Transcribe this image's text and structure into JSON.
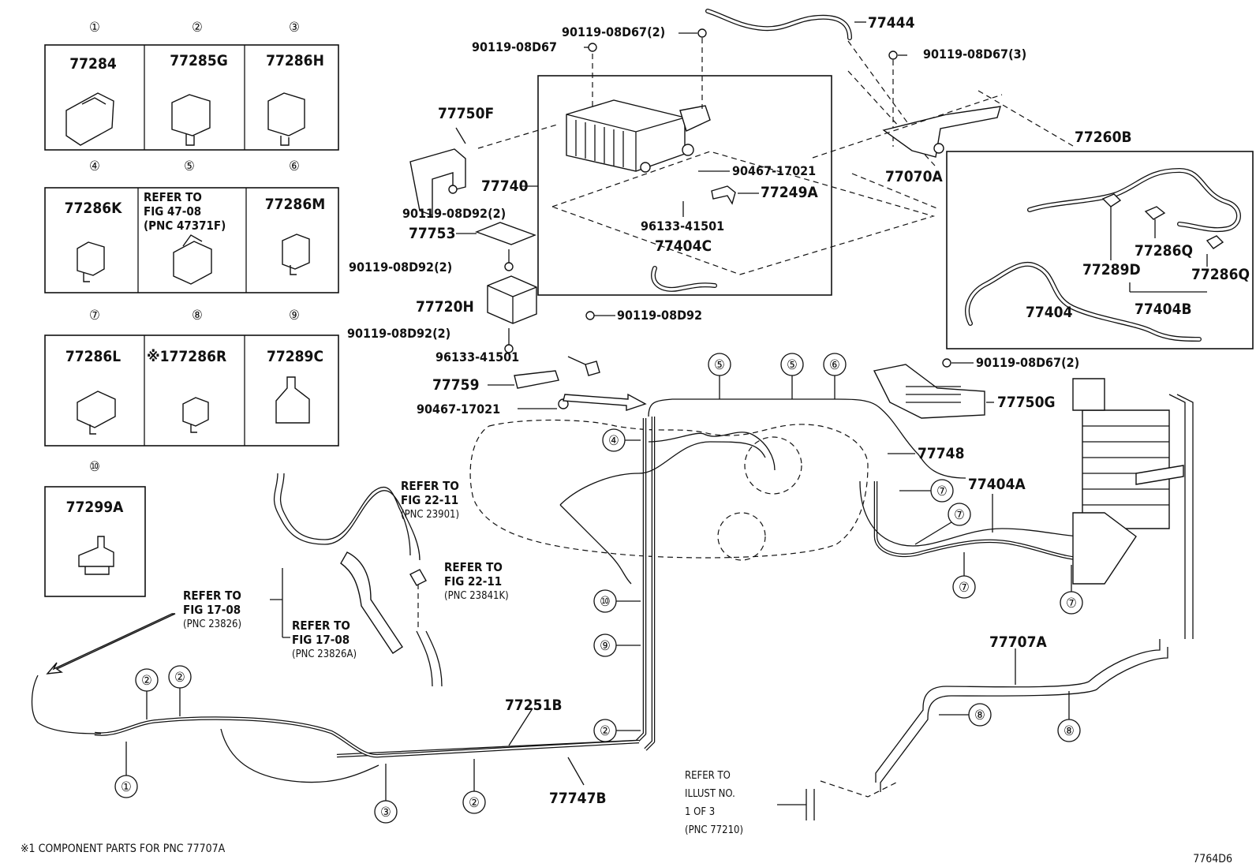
{
  "clip_grid": [
    {
      "num": "①",
      "part": "77284"
    },
    {
      "num": "②",
      "part": "77285G"
    },
    {
      "num": "③",
      "part": "77286H"
    },
    {
      "num": "④",
      "part": "77286K"
    },
    {
      "num": "⑤",
      "part": "REFER TO\nFIG 47-08\n(PNC 47371F)"
    },
    {
      "num": "⑥",
      "part": "77286M"
    },
    {
      "num": "⑦",
      "part": "77286L"
    },
    {
      "num": "⑧",
      "part": "※177286R"
    },
    {
      "num": "⑨",
      "part": "77289C"
    },
    {
      "num": "⑩",
      "part": "77299A"
    }
  ],
  "labels": {
    "p77444": "77444",
    "b_d67_2_top": "90119-08D67(2)",
    "b_d67_top": "90119-08D67",
    "b_d67_3": "90119-08D67(3)",
    "p77750F": "77750F",
    "p77740": "77740",
    "b_d92_2a": "90119-08D92(2)",
    "p77753": "77753",
    "b_d92_2b": "90119-08D92(2)",
    "p77720H": "77720H",
    "b_d92": "90119-08D92",
    "b_d92_2c": "90119-08D92(2)",
    "c90467_a": "90467-17021",
    "p77249A": "77249A",
    "c96133_a": "96133-41501",
    "p77404C": "77404C",
    "p77070A": "77070A",
    "p77260B": "77260B",
    "p77286Q_a": "77286Q",
    "p77289D": "77289D",
    "p77286Q_b": "77286Q",
    "p77404": "77404",
    "p77404B": "77404B",
    "c96133_b": "96133-41501",
    "p77759": "77759",
    "c90467_b": "90467-17021",
    "b_d67_2_right": "90119-08D67(2)",
    "p77750G": "77750G",
    "p77748": "77748",
    "p77404A": "77404A",
    "p77707A": "77707A",
    "p77251B": "77251B",
    "p77747B": "77747B",
    "ref22_11a_1": "REFER TO",
    "ref22_11a_2": "FIG 22-11",
    "ref22_11a_3": "(PNC 23901)",
    "ref22_11b_1": "REFER TO",
    "ref22_11b_2": "FIG 22-11",
    "ref22_11b_3": "(PNC 23841K)",
    "ref17_08a_1": "REFER TO",
    "ref17_08a_2": "FIG 17-08",
    "ref17_08a_3": "(PNC 23826)",
    "ref17_08b_1": "REFER TO",
    "ref17_08b_2": "FIG 17-08",
    "ref17_08b_3": "(PNC 23826A)",
    "refill_1": "REFER TO",
    "refill_2": "ILLUST NO.",
    "refill_3": "1 OF 3",
    "refill_4": "(PNC 77210)"
  },
  "callouts": [
    "⑤",
    "⑤",
    "⑥",
    "④",
    "⑦",
    "⑦",
    "⑦",
    "⑦",
    "⑩",
    "⑨",
    "②",
    "②",
    "②",
    "①",
    "③",
    "②",
    "⑧",
    "⑧"
  ],
  "footnote": "※1 COMPONENT PARTS FOR PNC 77707A",
  "illustration_code": "7764D6"
}
